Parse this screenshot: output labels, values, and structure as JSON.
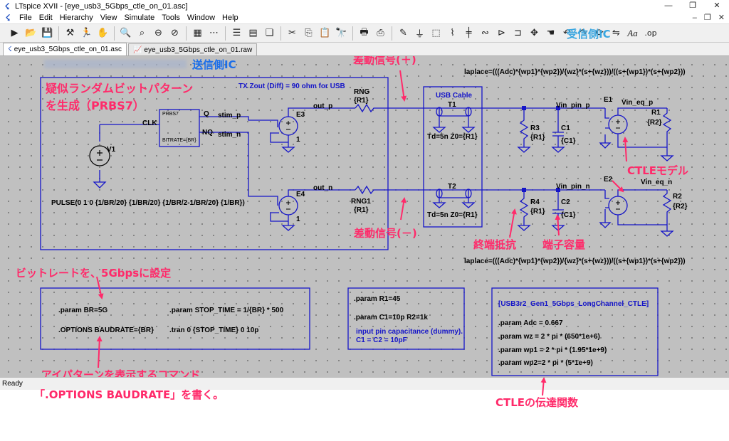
{
  "window": {
    "title": "LTspice XVII - [eye_usb3_5Gbps_ctle_on_01.asc]",
    "controls": [
      "—",
      "❐",
      "✕"
    ]
  },
  "menu": [
    "File",
    "Edit",
    "Hierarchy",
    "View",
    "Simulate",
    "Tools",
    "Window",
    "Help"
  ],
  "tabs": [
    {
      "label": "eye_usb3_5Gbps_ctle_on_01.asc",
      "active": true
    },
    {
      "label": "eye_usb3_5Gbps_ctle_on_01.raw",
      "active": false
    }
  ],
  "toolbar_text": {
    "aa": "Aa",
    "op": ".op"
  },
  "status": "Ready",
  "schematic": {
    "tx_zout": "TX Zout (Diff) = 90 ohm for USB",
    "laplace_top": "laplace=(((Adc)*{wp1}*{wp2})/{wz}*(s+{wz}))/((s+{wp1})*(s+{wp2}))",
    "laplace_bottom": "laplace=(((Adc)*{wp1}*{wp2})/{wz}*(s+{wz}))/((s+{wp1})*(s+{wp2}))",
    "prbs_name": "PRBS7",
    "prbs_clk": "CLK",
    "prbs_q": "Q",
    "prbs_nq": "NQ",
    "prbs_bitrate": "BITRATE={BR}",
    "v1": "V1",
    "pulse": "PULSE(0 1 0 {1/BR/20} {1/BR/20} {1/BR/2-1/BR/20} {1/BR})",
    "stim_p": "stim_p",
    "stim_n": "stim_n",
    "e3": "E3",
    "e4": "E4",
    "e_gain": "1",
    "out_p": "out_p",
    "out_n": "out_n",
    "rng": "RNG",
    "rng1": "RNG1",
    "r1_val": "{R1}",
    "usb_cable": "USB Cable",
    "t1": "T1",
    "t2": "T2",
    "t_param": "Td=5n Z0={R1}",
    "vin_pin_p": "Vin_pin_p",
    "vin_pin_n": "Vin_pin_n",
    "r3": "R3",
    "r4": "R4",
    "c1": "C1",
    "c2": "C2",
    "c1_val": "{C1}",
    "c2_val": "{C1}",
    "e1": "E1",
    "e2": "E2",
    "vin_eq_p": "Vin_eq_p",
    "vin_eq_n": "Vin_eq_n",
    "r1": "R1",
    "r2": "R2",
    "r2_val": "{R2}",
    "dir_block": {
      "br": ".param BR=5G",
      "stop_time": ".param STOP_TIME = 1/{BR} * 500",
      "options": ".OPTIONS BAUDRATE={BR}",
      "tran": ".tran 0 {STOP_TIME} 0 10p"
    },
    "param_block": {
      "r1": ".param R1=45",
      "c1r2": ".param C1=10p R2=1k",
      "note1": "input pin capacitance (dummy).",
      "note2": "C1 = C2 = 10pF"
    },
    "ctle_block": {
      "title": "[USB3r2_Gen1_5Gbps_LongChannel_CTLE]",
      "adc": ".param Adc = 0.667",
      "wz": ".param wz  = 2 * pi * (650*1e+6)",
      "wp1": ".param wp1 = 2 * pi * (1.95*1e+9)",
      "wp2": ".param wp2=2 * pi * (5*1e+9)"
    }
  },
  "annotations": {
    "rx_ic": "受信側IC",
    "tx_ic": "送信側IC",
    "diff_plus": "差動信号(＋)",
    "diff_minus": "差動信号(－)",
    "prbs_line1": "疑似ランダムビットパターン",
    "prbs_line2": "を生成（PRBS7）",
    "ctle_model": "CTLEモデル",
    "termination": "終端抵抗",
    "pin_cap": "端子容量",
    "bitrate": "ビットレートを、5Gbpsに設定",
    "eye_cmd1": "アイパターンを表示するコマンド",
    "eye_cmd2": "「.OPTIONS BAUDRATE」を書く。",
    "ctle_tf": "CTLEの伝達関数"
  },
  "colors": {
    "wire": "#1515c8",
    "annotation": "#ff2a6a",
    "directive_text": "#1515c8",
    "bracket": "#3aa6e0",
    "grid": "#c0c0c0"
  }
}
